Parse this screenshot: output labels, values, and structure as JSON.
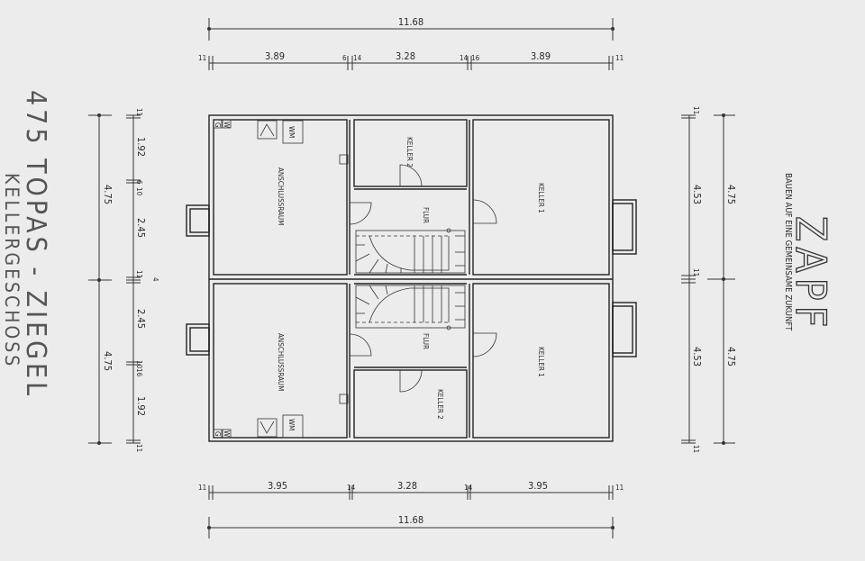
{
  "title": {
    "line1": "475 TOPAS - ZIEGEL",
    "line2": "KELLERGESCHOSS"
  },
  "logo": {
    "brand": "ZAPF",
    "tagline": "BAUEN AUF EINE GEMEINSAME ZUKUNFT"
  },
  "rooms": {
    "top": {
      "anschluss": "ANSCHLUSSRAUM",
      "keller2": "KELLER 2",
      "keller1": "KELLER 1",
      "flur": "FLUR",
      "wm": "WM",
      "w": "W",
      "g": "G"
    },
    "bottom": {
      "anschluss": "ANSCHLUSSRAUM",
      "keller2": "KELLER 2",
      "keller1": "KELLER 1",
      "flur": "FLUR",
      "wm": "WM",
      "w": "W",
      "g": "G"
    }
  },
  "dims": {
    "top_total": "11.68",
    "top": {
      "a": "11",
      "b": "3.89",
      "c": "6",
      "d": "14",
      "e": "3.28",
      "f": "14",
      "g": "16",
      "h": "3.89",
      "i": "11"
    },
    "bottom_total": "11.68",
    "bottom": {
      "a": "11",
      "b": "3.95",
      "c": "14",
      "d": "3.28",
      "e": "14",
      "f": "3.95",
      "g": "11"
    },
    "left_outer": [
      "4.75",
      "4.75"
    ],
    "left_inner": {
      "t1": "11",
      "a": "1.92",
      "t2": "6",
      "t3": "10",
      "b": "2.45",
      "t4": "11",
      "t5": "4",
      "c": "2.45",
      "t6": "10",
      "t7": "16",
      "d": "1.92",
      "t8": "11"
    },
    "right_inner": [
      "4.53",
      "4.53"
    ],
    "right_outer": [
      "4.75",
      "4.75"
    ],
    "right_ticks": {
      "t1": "11",
      "t2": "11",
      "t3": "11"
    }
  }
}
